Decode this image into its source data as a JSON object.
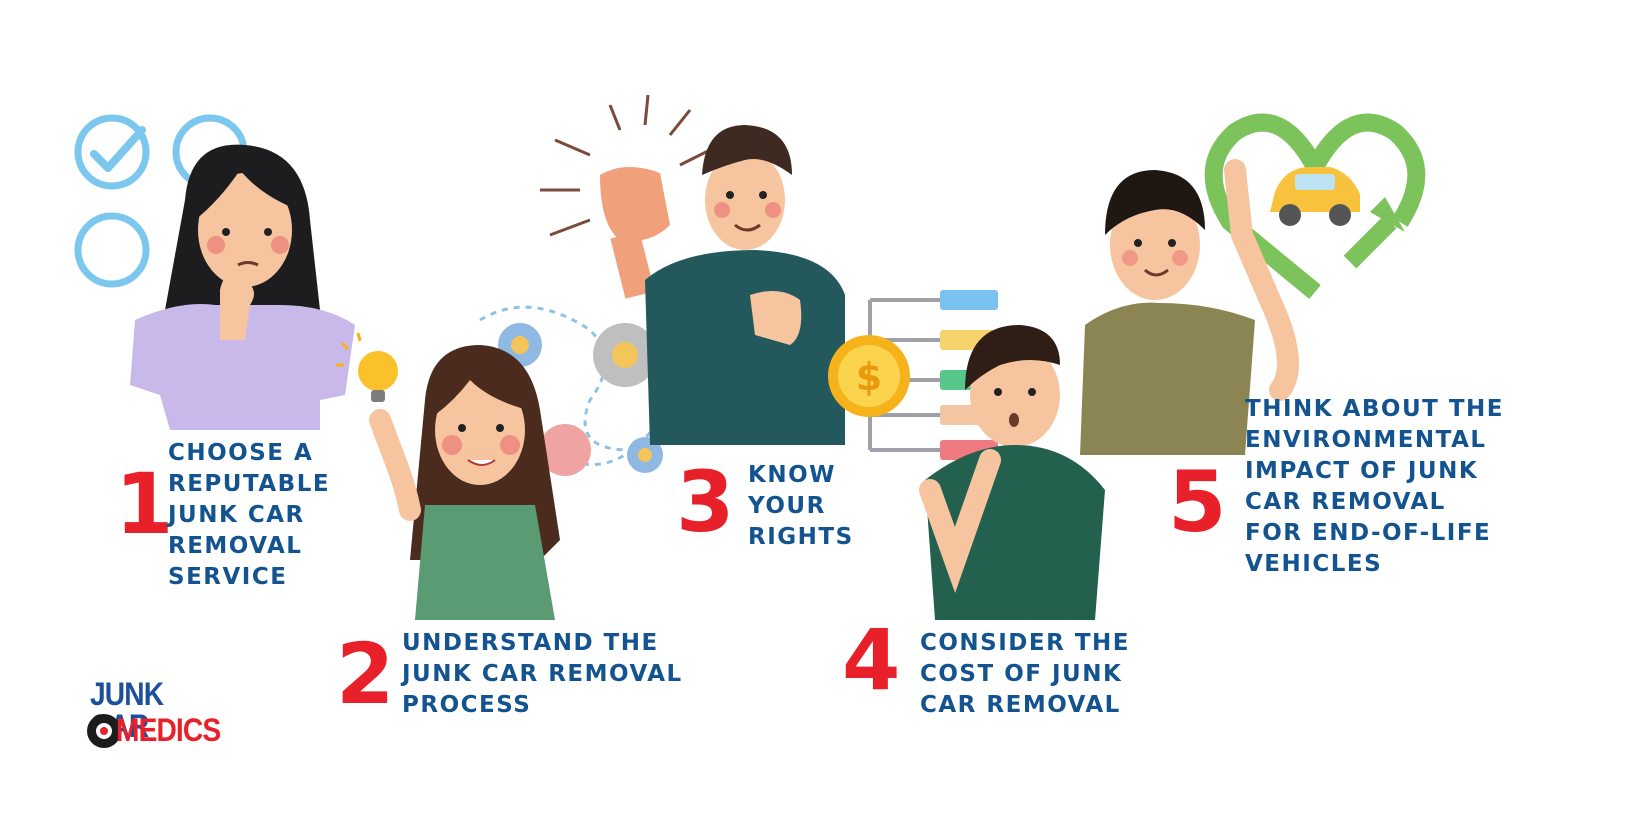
{
  "steps": [
    {
      "number": "1",
      "lines": [
        "CHOOSE A",
        "REPUTABLE",
        "JUNK CAR",
        "REMOVAL",
        "SERVICE"
      ]
    },
    {
      "number": "2",
      "lines": [
        "UNDERSTAND THE",
        "JUNK CAR REMOVAL",
        "PROCESS"
      ]
    },
    {
      "number": "3",
      "lines": [
        "KNOW",
        "YOUR",
        "RIGHTS"
      ]
    },
    {
      "number": "4",
      "lines": [
        "CONSIDER THE",
        "COST OF JUNK",
        "CAR REMOVAL"
      ]
    },
    {
      "number": "5",
      "lines": [
        "THINK ABOUT THE",
        "ENVIRONMENTAL",
        "IMPACT OF JUNK",
        "CAR REMOVAL",
        "FOR END-OF-LIFE",
        "VEHICLES"
      ]
    }
  ],
  "logo": {
    "line1": "JUNK CAR",
    "line2": "MEDICS"
  },
  "icons": {
    "coin_symbol": "$"
  },
  "colors": {
    "number_red": "#e8202a",
    "text_blue": "#13538f",
    "logo_blue": "#1c4f9c",
    "logo_red": "#e8202a"
  }
}
